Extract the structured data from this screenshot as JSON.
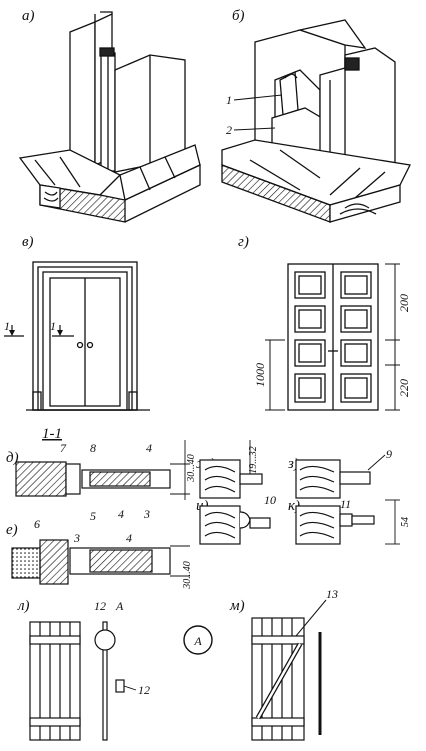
{
  "figure": {
    "panel_labels": {
      "a": "а)",
      "b": "б)",
      "v": "в)",
      "g": "г)",
      "d": "д)",
      "e": "е)",
      "zh": "ж)",
      "z": "з)",
      "i": "и)",
      "k": "к)",
      "l": "л)",
      "m": "м)"
    },
    "section_label": "1-1",
    "cut_marks": [
      "1",
      "1"
    ],
    "part_numbers": [
      "1",
      "2",
      "3",
      "4",
      "5",
      "6",
      "7",
      "8",
      "9",
      "10",
      "11",
      "12",
      "13"
    ],
    "dimensions": {
      "g_top": "200",
      "g_bottom": "220",
      "g_height": "1000",
      "d_thickness": "30...40",
      "e_thickness": "30...40",
      "zh_size": "19...32",
      "k_size": "54"
    },
    "detail_callout": "А",
    "detail_circle": "А"
  }
}
